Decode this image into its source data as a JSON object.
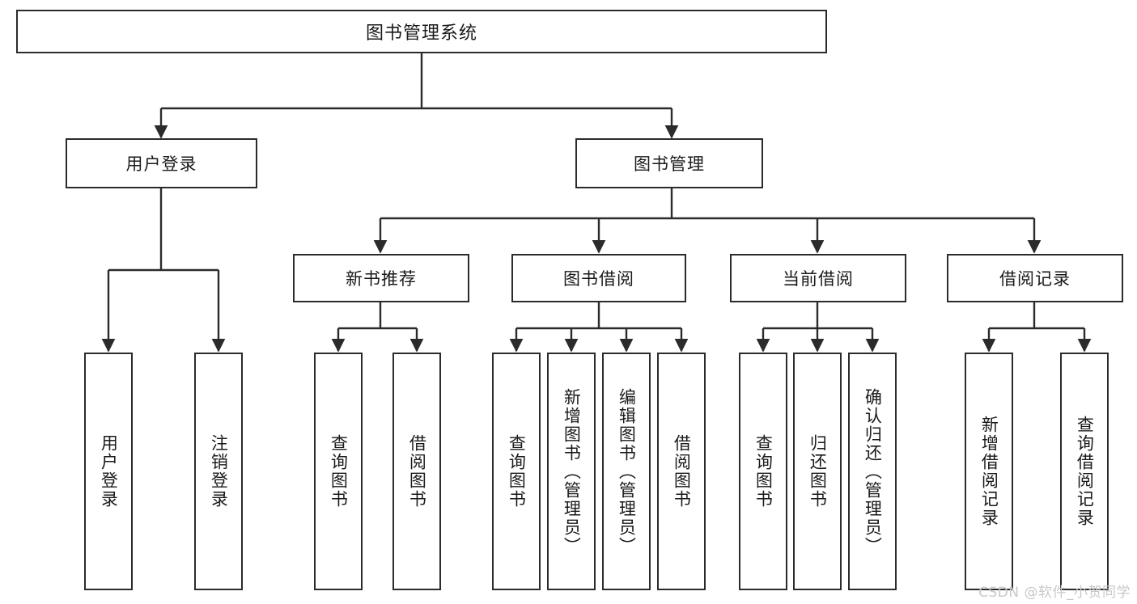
{
  "diagram": {
    "title": "图书管理系统",
    "watermark": "CSDN @软件_小贺同学",
    "line_color": "#2b2b2b",
    "box_fill": "#ffffff",
    "text_color": "#1a1a1a",
    "watermark_color": "#c9c9c9",
    "root": {
      "label": "图书管理系统"
    },
    "level1": [
      {
        "label": "用户登录"
      },
      {
        "label": "图书管理"
      }
    ],
    "level2": [
      {
        "label": "新书推荐"
      },
      {
        "label": "图书借阅"
      },
      {
        "label": "当前借阅"
      },
      {
        "label": "借阅记录"
      }
    ],
    "leaves": {
      "user_login": [
        {
          "label": "用户登录"
        },
        {
          "label": "注销登录"
        }
      ],
      "new_book_recommend": [
        {
          "label": "查询图书"
        },
        {
          "label": "借阅图书"
        }
      ],
      "book_borrow": [
        {
          "label": "查询图书"
        },
        {
          "label": "新增图书（管理员）"
        },
        {
          "label": "编辑图书（管理员）"
        },
        {
          "label": "借阅图书"
        }
      ],
      "current_borrow": [
        {
          "label": "查询图书"
        },
        {
          "label": "归还图书"
        },
        {
          "label": "确认归还（管理员）"
        }
      ],
      "borrow_record": [
        {
          "label": "新增借阅记录"
        },
        {
          "label": "查询借阅记录"
        }
      ]
    }
  }
}
